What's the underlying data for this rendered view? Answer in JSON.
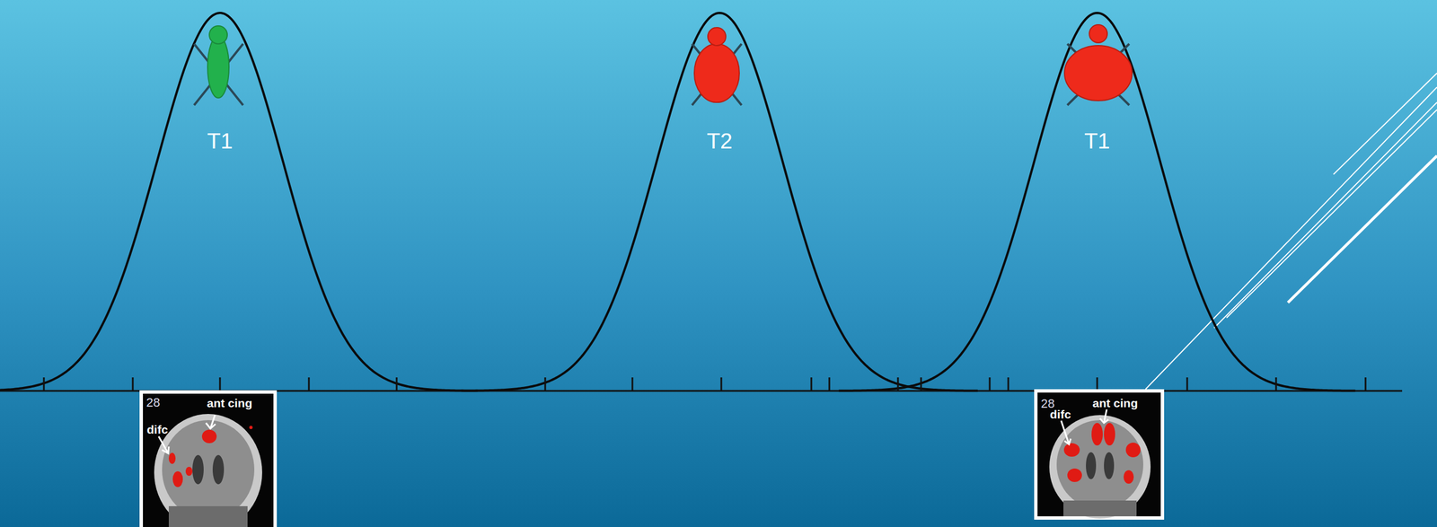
{
  "diagram": {
    "labels": [
      "T1",
      "T2",
      "T1",
      "28",
      "ant cing",
      "difc",
      "28",
      "ant cing",
      "difc"
    ]
  }
}
